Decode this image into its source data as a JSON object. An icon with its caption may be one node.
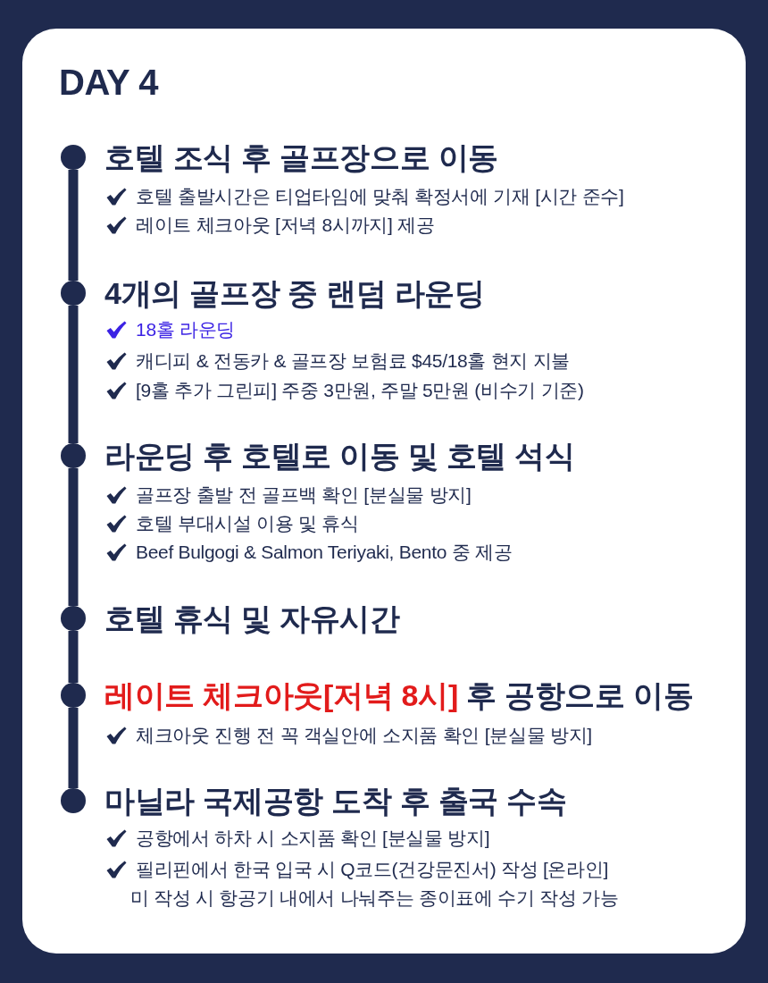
{
  "diagram": {
    "title": "DAY 4",
    "nodes": [
      {
        "text": [],
        "shape": "circle",
        "beside": [
          "호텔 조식 후 골프장으로 이동",
          "호텔 출발시간은 티업타임에 맞춰 확정서에 기재 [시간 준수]",
          "레이트 체크아웃 [저녁 8시까지] 제공"
        ]
      },
      {
        "text": [],
        "shape": "circle",
        "beside": [
          "4개의 골프장 중 랜덤 라운딩",
          "18홀 라운딩",
          "캐디피 & 전동카 & 골프장 보험료 $45/18홀 현지 지불",
          "[9홀 추가 그린피] 주중 3만원, 주말 5만원 (비수기 기준)"
        ]
      },
      {
        "text": [],
        "shape": "circle",
        "beside": [
          "라운딩 후 호텔로 이동 및 호텔 석식",
          "골프장 출발 전 골프백 확인 [분실물 방지]",
          "호텔 부대시설 이용 및 휴식",
          "Beef Bulgogi & Salmon Teriyaki, Bento 중 제공"
        ]
      },
      {
        "text": [],
        "shape": "circle",
        "beside": [
          "호텔 휴식 및 자유시간"
        ]
      },
      {
        "text": [],
        "shape": "circle",
        "beside": [
          "레이트 체크아웃[저녁 8시]",
          "후 공항으로 이동",
          "체크아웃 진행 전 꼭 객실안에 소지품 확인 [분실물 방지]"
        ]
      },
      {
        "text": [],
        "shape": "circle",
        "beside": [
          "마닐라 국제공항 도착 후 출국 수속",
          "공항에서 하차 시 소지품 확인 [분실물 방지]",
          "필리핀에서 한국 입국 시 Q코드(건강문진서) 작성 [온라인] 미 작성 시 항공기 내에서 나눠주는 종이표에 수기 작성 가능"
        ]
      }
    ],
    "edges": [
      {
        "from": 0,
        "to": 1,
        "arrow": "none"
      },
      {
        "from": 1,
        "to": 2,
        "arrow": "none"
      },
      {
        "from": 2,
        "to": 3,
        "arrow": "none"
      },
      {
        "from": 3,
        "to": 4,
        "arrow": "none"
      },
      {
        "from": 4,
        "to": 5,
        "arrow": "none"
      }
    ]
  }
}
